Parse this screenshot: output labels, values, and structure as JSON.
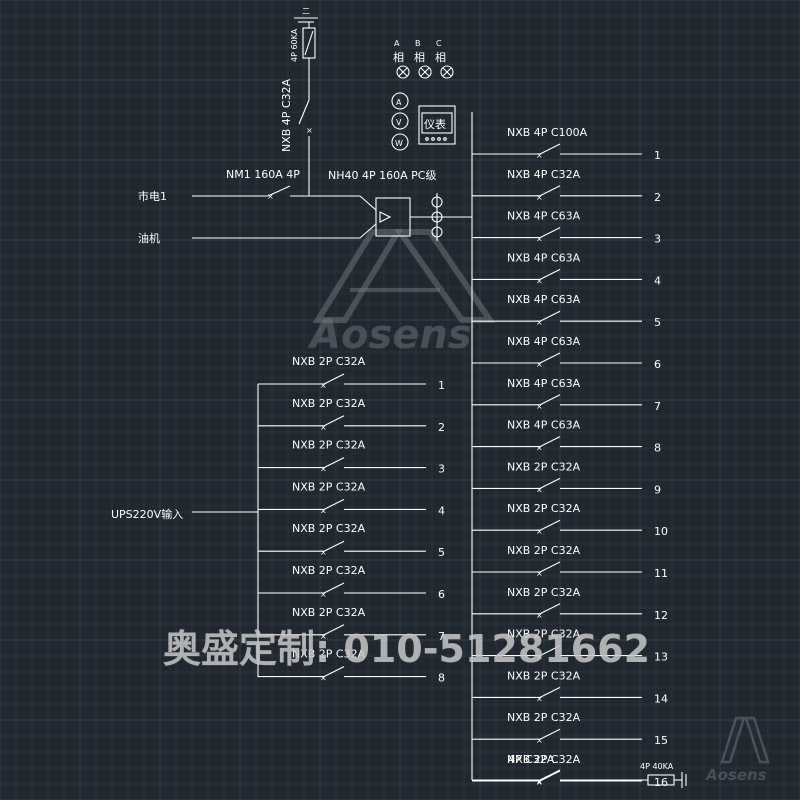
{
  "sources": {
    "mains": "市电1",
    "generator": "油机",
    "ups": "UPS220V输入"
  },
  "main_breaker": "NM1 160A 4P",
  "ats": "NH40 4P 160A PC级",
  "spd_branch": {
    "breaker": "NXB 4P C32A",
    "spd": "4P 60KA",
    "ground": "二"
  },
  "phases": {
    "a": "A",
    "b": "B",
    "c": "C",
    "phase_word": "相"
  },
  "meters": {
    "ammeter": "A",
    "voltmeter": "V",
    "wattmeter": "W",
    "panel": "仪表"
  },
  "outgoing_feeders": [
    {
      "breaker": "NXB 4P C100A",
      "num": "1"
    },
    {
      "breaker": "NXB 4P C32A",
      "num": "2"
    },
    {
      "breaker": "NXB 4P C63A",
      "num": "3"
    },
    {
      "breaker": "NXB 4P C63A",
      "num": "4"
    },
    {
      "breaker": "NXB 4P C63A",
      "num": "5"
    },
    {
      "breaker": "NXB 4P C63A",
      "num": "6"
    },
    {
      "breaker": "NXB 4P C63A",
      "num": "7"
    },
    {
      "breaker": "NXB 4P C63A",
      "num": "8"
    },
    {
      "breaker": "NXB 2P C32A",
      "num": "9"
    },
    {
      "breaker": "NXB 2P C32A",
      "num": "10"
    },
    {
      "breaker": "NXB 2P C32A",
      "num": "11"
    },
    {
      "breaker": "NXB 2P C32A",
      "num": "12"
    },
    {
      "breaker": "NXB 2P C32A",
      "num": "13"
    },
    {
      "breaker": "NXB 2P C32A",
      "num": "14"
    },
    {
      "breaker": "NXB 2P C32A",
      "num": "15"
    },
    {
      "breaker": "NXB 2P C32A",
      "num": "16"
    }
  ],
  "bottom_spd": {
    "breaker": "4P C32A",
    "spd": "4P 40KA"
  },
  "ups_feeders": [
    {
      "breaker": "NXB 2P C32A",
      "num": "1"
    },
    {
      "breaker": "NXB 2P C32A",
      "num": "2"
    },
    {
      "breaker": "NXB 2P C32A",
      "num": "3"
    },
    {
      "breaker": "NXB 2P C32A",
      "num": "4"
    },
    {
      "breaker": "NXB 2P C32A",
      "num": "5"
    },
    {
      "breaker": "NXB 2P C32A",
      "num": "6"
    },
    {
      "breaker": "NXB 2P C32A",
      "num": "7"
    },
    {
      "breaker": "NXB 2P C32A",
      "num": "8"
    }
  ],
  "watermark": {
    "contact": "奥盛定制: 010-51281662",
    "brand": "Aosens"
  }
}
